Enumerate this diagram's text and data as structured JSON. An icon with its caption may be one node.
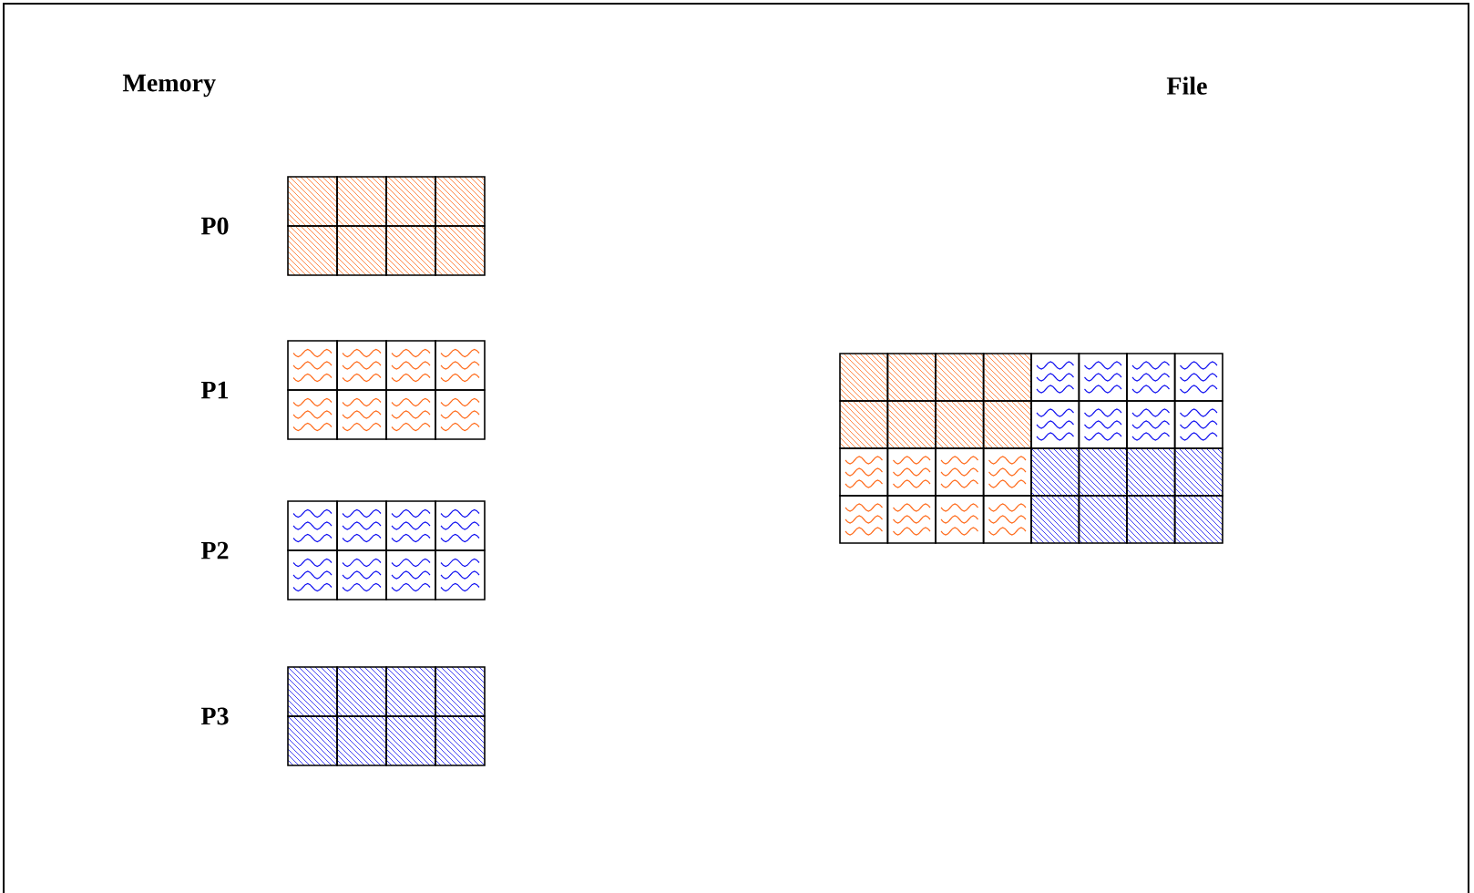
{
  "diagram": {
    "labels": [
      "Memory",
      "File",
      "P0",
      "P1",
      "P2",
      "P3"
    ]
  }
}
